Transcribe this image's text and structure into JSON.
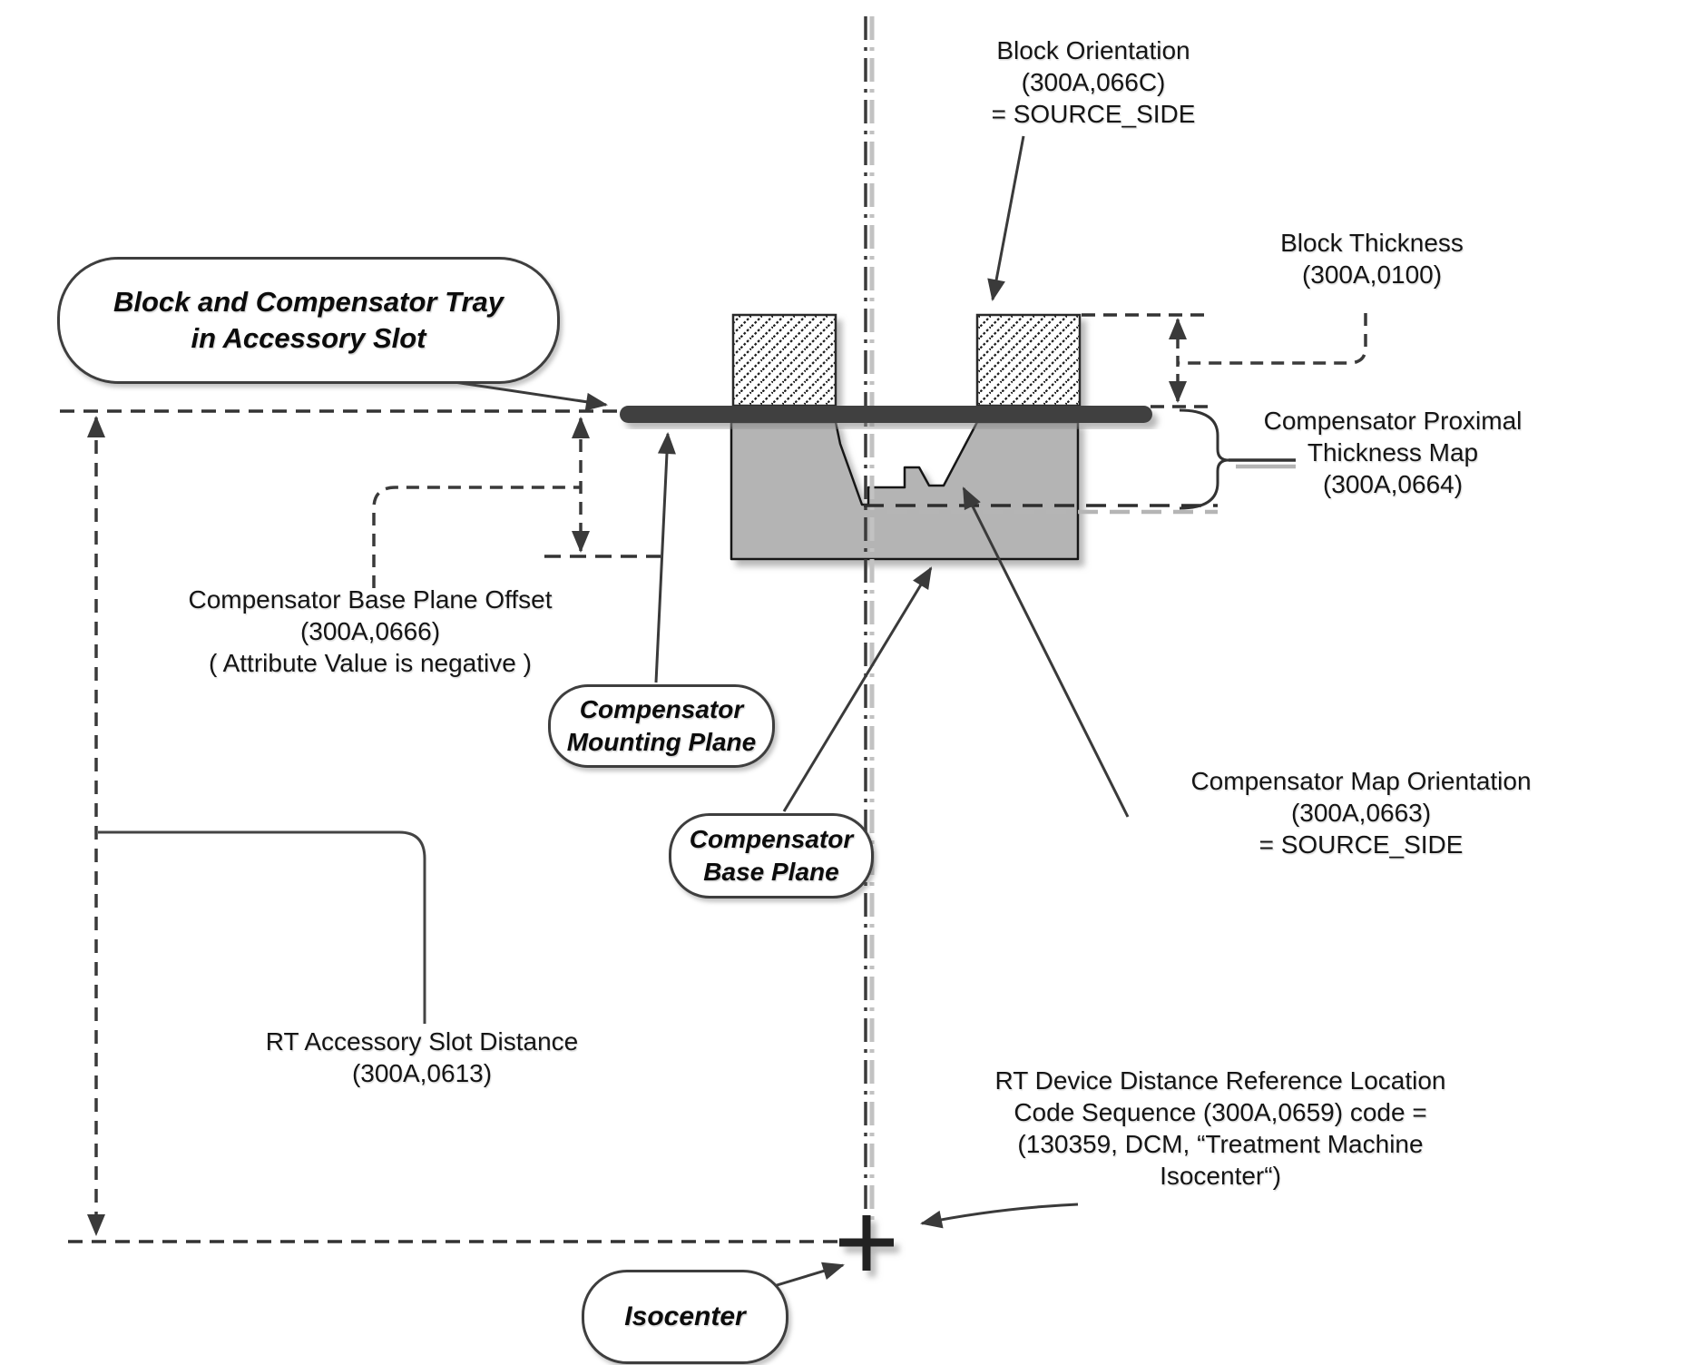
{
  "figure": {
    "callouts": {
      "tray": "Block and Compensator Tray\nin Accessory Slot",
      "mounting_plane": "Compensator\nMounting Plane",
      "base_plane": "Compensator\nBase Plane",
      "isocenter": "Isocenter"
    },
    "labels": {
      "block_orientation": "Block Orientation\n(300A,066C)\n= SOURCE_SIDE",
      "block_thickness": "Block Thickness\n(300A,0100)",
      "compensator_proximal_thickness_map": "Compensator Proximal\nThickness Map\n(300A,0664)",
      "compensator_base_plane_offset": "Compensator Base Plane Offset\n(300A,0666)\n( Attribute Value is negative )",
      "compensator_map_orientation": "Compensator Map Orientation\n(300A,0663)\n= SOURCE_SIDE",
      "rt_accessory_slot_distance": "RT Accessory Slot Distance\n(300A,0613)",
      "rt_device_distance_reference": "RT Device Distance Reference Location\nCode Sequence (300A,0659) code =\n(130359, DCM, “Treatment Machine\nIsocenter“)"
    },
    "colors": {
      "line": "#3d3d3d",
      "tray_fill": "#3f3f3f",
      "compensator_fill": "#b4b4b4",
      "text": "#151515"
    }
  }
}
